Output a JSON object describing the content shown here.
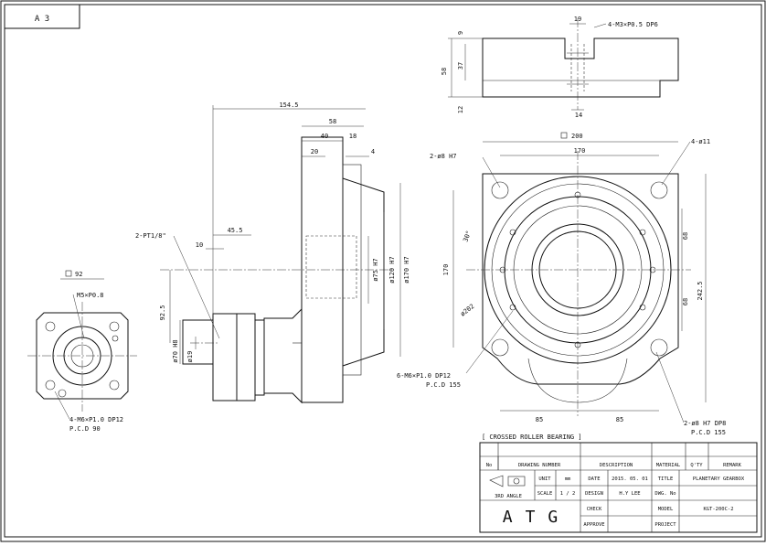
{
  "sheet": {
    "size_label": "A 3"
  },
  "top_view": {
    "dim_19": "19",
    "dim_14": "14",
    "tap_note": "4-M3×P0.5 DP6",
    "dim_58": "58",
    "dim_37": "37",
    "dim_9": "9",
    "dim_12": "12"
  },
  "side_view": {
    "dim_154_5": "154.5",
    "dim_58": "58",
    "dim_40": "40",
    "dim_18": "18",
    "dim_20": "20",
    "dim_4": "4",
    "dim_45_5": "45.5",
    "dim_10": "10",
    "dim_92_5": "92.5",
    "port_note": "2-PT1/8\"",
    "dia_75": "ø75 H7",
    "dia_120": "ø120 H7",
    "dia_170": "ø170 H7",
    "dia_70": "ø70 H8",
    "dia_19": "ø19"
  },
  "left_view": {
    "square_92": "92",
    "tap_m5": "M5×P0.8",
    "tap_note": "4-M6×P1.0 DP12",
    "pcd": "P.C.D 90"
  },
  "front_view": {
    "square_200": "200",
    "dim_170_top": "170",
    "dim_170_left": "170",
    "dim_242_5": "242.5",
    "dim_68_a": "68",
    "dim_68_b": "68",
    "dim_85_a": "85",
    "dim_85_b": "85",
    "angle_30": "30°",
    "dia_202": "ø202",
    "hole_4_11": "4-ø11",
    "pin_2_8_h7": "2-ø8 H7",
    "tap_note": "6-M6×P1.0 DP12",
    "tap_pcd": "P.C.D 155",
    "pin_note": "2-ø8 H7 DP8",
    "pin_pcd": "P.C.D 155"
  },
  "bearing_label": "[ CROSSED ROLLER BEARING ]",
  "title_block": {
    "h_no": "No",
    "h_drawing_number": "DRAWING NUMBER",
    "h_description": "DESCRIPTION",
    "h_material": "MATERIAL",
    "h_qty": "Q'TY",
    "h_remark": "REMARK",
    "projection": "3RD ANGLE",
    "unit_label": "UNIT",
    "unit_value": "mm",
    "scale_label": "SCALE",
    "scale_value": "1 / 2",
    "date_label": "DATE",
    "date_value": "2015. 05. 01",
    "design_label": "DESIGN",
    "design_value": "H.Y LEE",
    "check_label": "CHECK",
    "approve_label": "APPROVE",
    "title_label": "TITLE",
    "title_value": "PLANETARY GEARBOX",
    "dwg_label": "DWG. No",
    "model_label": "MODEL",
    "model_value": "KGT-200C-2",
    "project_label": "PROJECT",
    "company": "ATG"
  }
}
